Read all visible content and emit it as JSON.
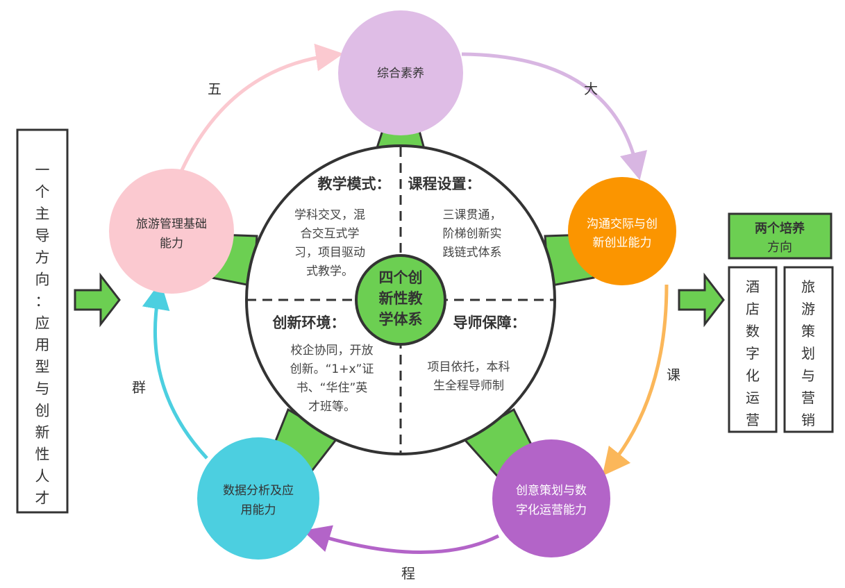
{
  "left_box": {
    "text": [
      "一",
      "个",
      "主",
      "导",
      "方",
      "向",
      "：",
      "应",
      "用",
      "型",
      "与",
      "创",
      "新",
      "性",
      "人",
      "才"
    ]
  },
  "center": {
    "lines": [
      "四个创",
      "新性教",
      "学体系"
    ]
  },
  "quadrants": [
    {
      "title": "教学模式：",
      "lines": [
        "学科交叉，混",
        "合交互式学",
        "习，项目驱动",
        "式教学。"
      ]
    },
    {
      "title": "课程设置：",
      "lines": [
        "三课贯通，",
        "阶梯创新实",
        "践链式体系"
      ]
    },
    {
      "title": "创新环境：",
      "lines": [
        "校企协同，开放",
        "创新。“1+x”证",
        "书、“华住”英",
        "才班等。"
      ]
    },
    {
      "title": "导师保障：",
      "lines": [
        "项目依托，本科",
        "生全程导师制"
      ]
    }
  ],
  "nodes": [
    {
      "lines": [
        "综合素养"
      ],
      "color": "#dfbde6"
    },
    {
      "lines": [
        "沟通交际与创",
        "新创业能力"
      ],
      "color": "#fb9500"
    },
    {
      "lines": [
        "创意策划与数",
        "字化运营能力"
      ],
      "color": "#b364c8"
    },
    {
      "lines": [
        "数据分析及应",
        "用能力"
      ],
      "color": "#4ccfe0"
    },
    {
      "lines": [
        "旅游管理基础",
        "能力"
      ],
      "color": "#fbc9d0"
    }
  ],
  "cycle_labels": [
    "五",
    "大",
    "课",
    "程",
    "群"
  ],
  "right": {
    "header": [
      "两个培养",
      "方向"
    ],
    "dir1": [
      "酒",
      "店",
      "数",
      "字",
      "化",
      "运",
      "营"
    ],
    "dir2": [
      "旅",
      "游",
      "策",
      "划",
      "与",
      "营",
      "销"
    ]
  },
  "colors": {
    "green": "#6ccf52",
    "border": "#333333"
  }
}
